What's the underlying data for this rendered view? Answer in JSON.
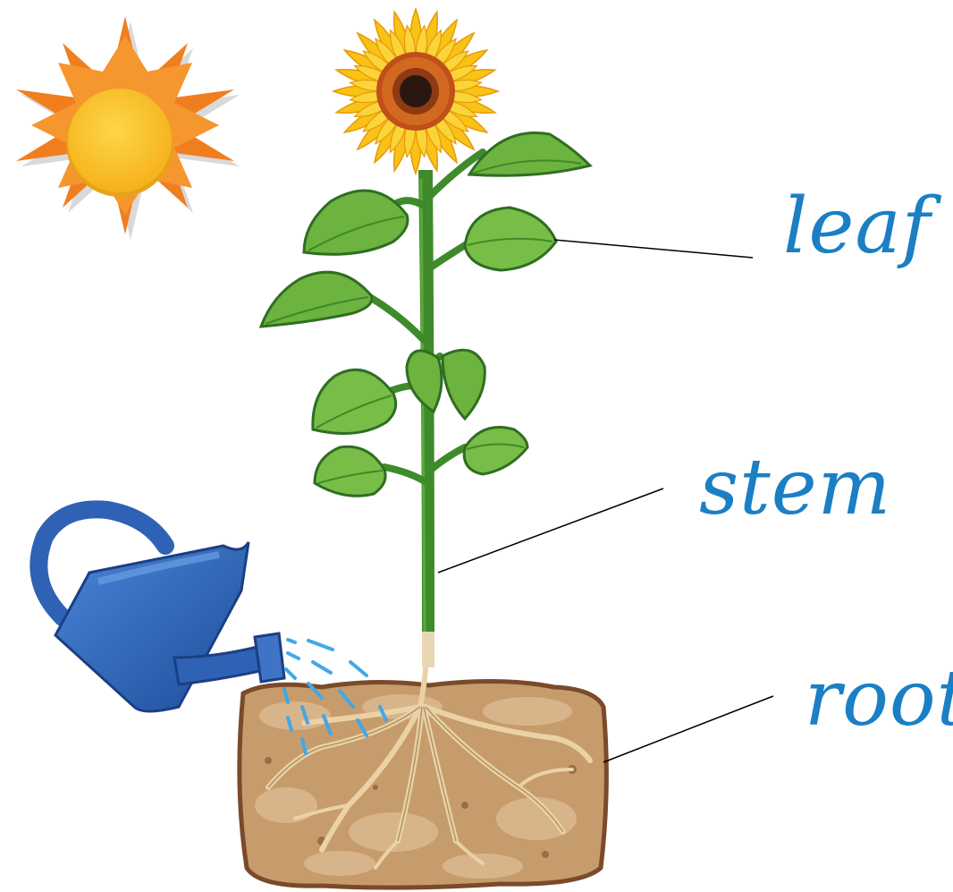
{
  "labels": {
    "leaf": "leaf",
    "stem": "stem",
    "root": "root"
  },
  "colors": {
    "label_text": "#1b7fc4",
    "leader_line": "#000000",
    "leaf_green": "#6cb33f",
    "stem_green": "#3f8a2b",
    "soil_brown": "#c69c6d",
    "sun_orange": "#f07e1f",
    "sun_yellow": "#fbc02d",
    "can_blue": "#2f62b5",
    "water_blue": "#41a8e8"
  },
  "icons": [
    "sun-icon",
    "sunflower-head-icon",
    "watering-can-icon",
    "soil-block-icon"
  ]
}
